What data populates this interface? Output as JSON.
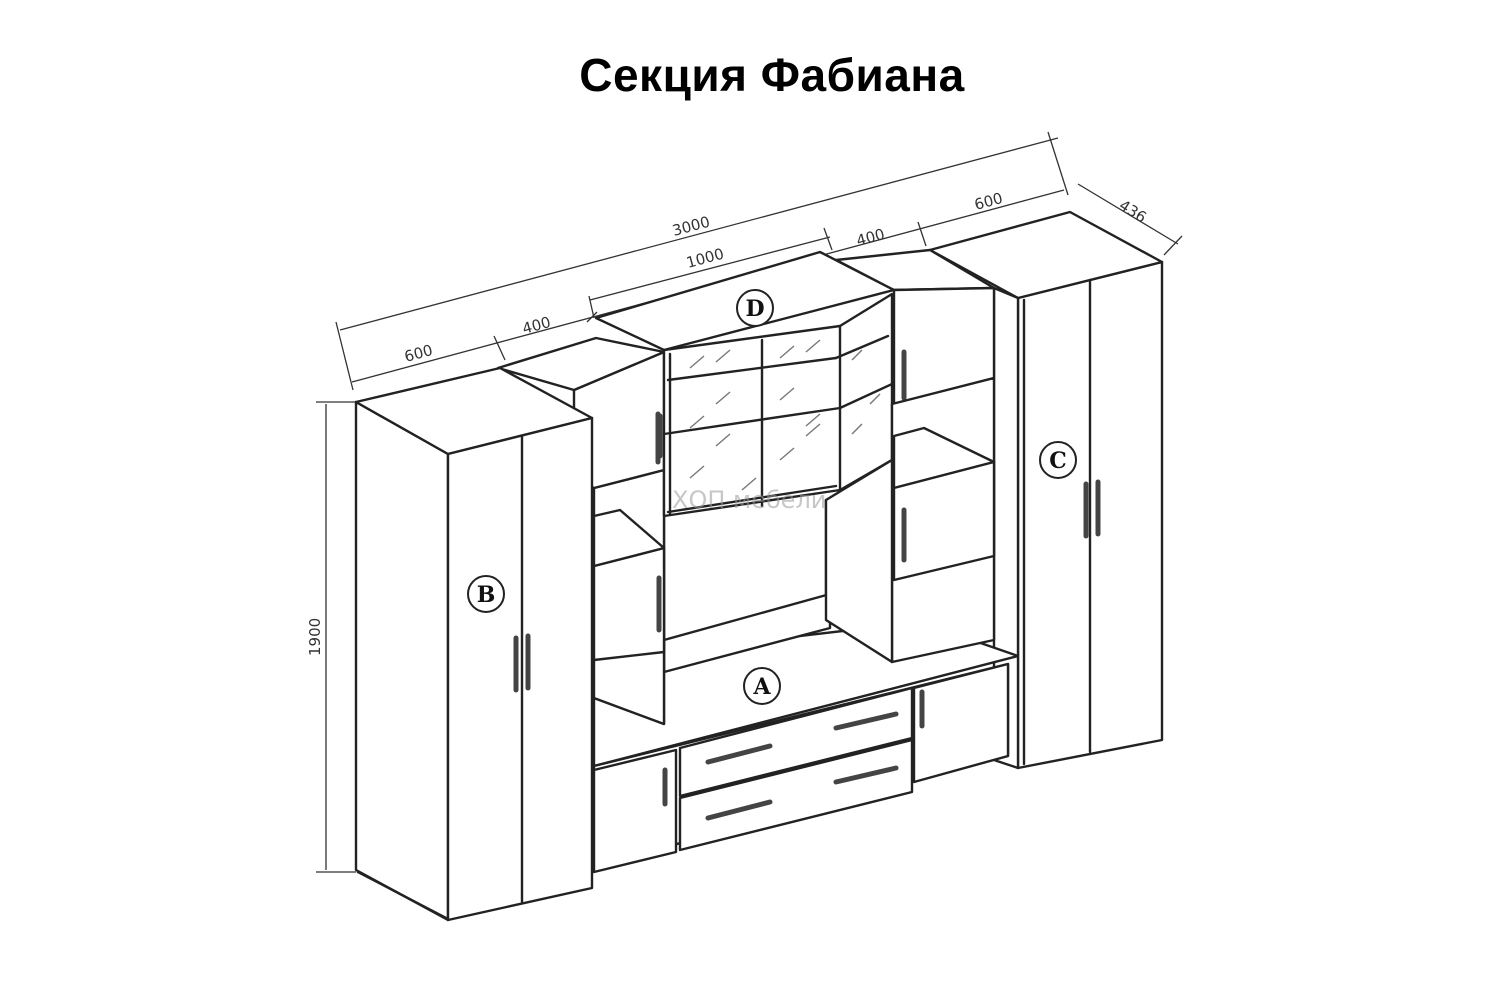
{
  "title": "Секция Фабиана",
  "dimensions": {
    "total_width": "3000",
    "left_cabinet_width": "600",
    "left_shelf_width": "400",
    "center_width": "1000",
    "right_shelf_width": "400",
    "right_cabinet_width": "600",
    "depth": "436",
    "height": "1900"
  },
  "modules": {
    "a": "A",
    "b": "B",
    "c": "C",
    "d": "D"
  },
  "watermark": "ХОП мебели"
}
